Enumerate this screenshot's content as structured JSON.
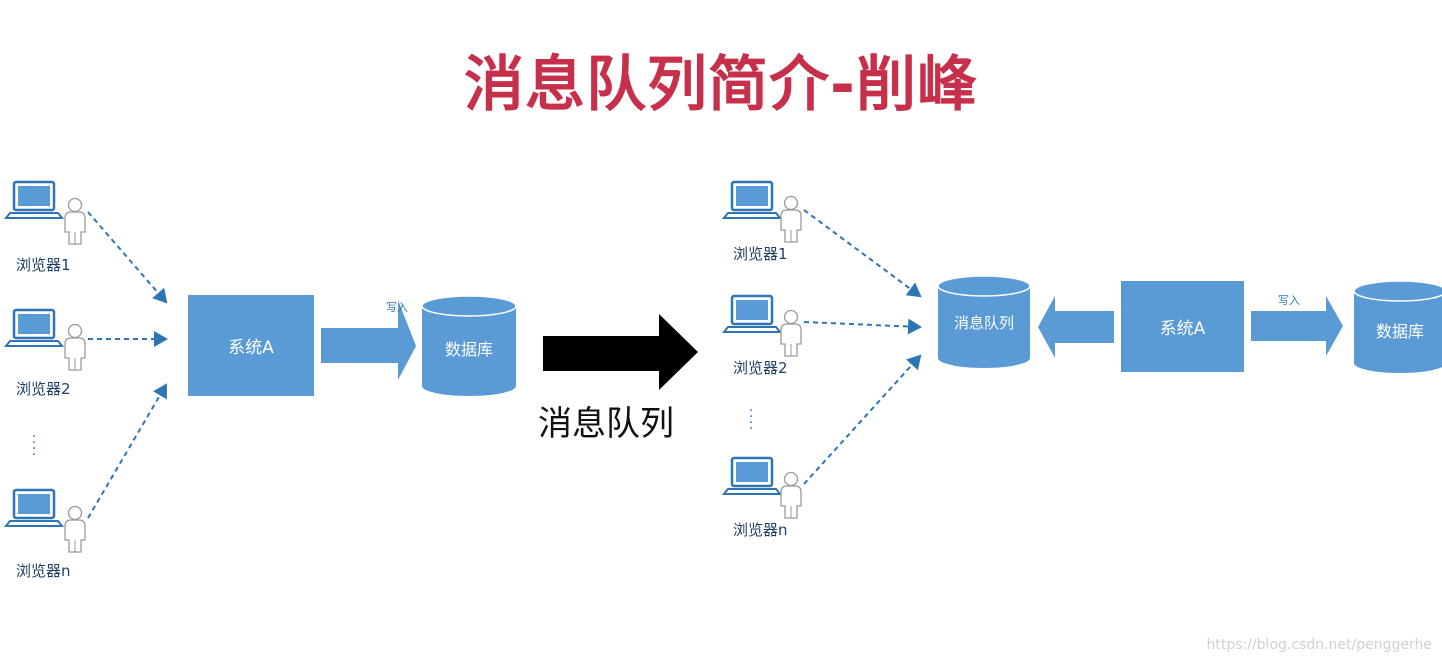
{
  "title": "消息队列简介-削峰",
  "left": {
    "browsers": [
      "浏览器1",
      "浏览器2",
      "浏览器n"
    ],
    "system": "系统A",
    "write_label": "写入",
    "database": "数据库"
  },
  "transition_label": "消息队列",
  "right": {
    "browsers": [
      "浏览器1",
      "浏览器2",
      "浏览器n"
    ],
    "queue": "消息队列",
    "system": "系统A",
    "write_label": "写入",
    "database": "数据库"
  },
  "watermark": "https://blog.csdn.net/penggerhe",
  "colors": {
    "title": "#c7304a",
    "shape": "#5b9bd5",
    "line": "#2e75b6",
    "label": "#1f3f66"
  },
  "icons": [
    "laptop-icon",
    "user-icon"
  ]
}
